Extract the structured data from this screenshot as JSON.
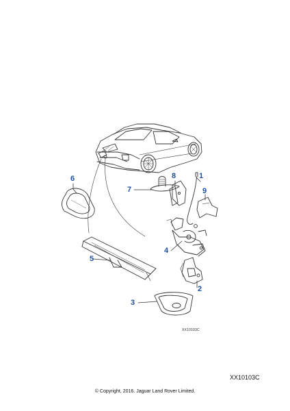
{
  "diagram": {
    "callouts": [
      {
        "id": "1",
        "label": "1"
      },
      {
        "id": "2",
        "label": "2"
      },
      {
        "id": "3",
        "label": "3"
      },
      {
        "id": "4",
        "label": "4"
      },
      {
        "id": "5",
        "label": "5"
      },
      {
        "id": "6",
        "label": "6"
      },
      {
        "id": "7",
        "label": "7"
      },
      {
        "id": "8",
        "label": "8"
      },
      {
        "id": "9",
        "label": "9"
      }
    ],
    "callout_color": "#1f4fa0",
    "line_color": "#333333",
    "figure_code_small": "XX10103C",
    "figure_code": "XX10103C",
    "copyright": "© Copyright, 2016. Jaguar Land Rover Limited."
  }
}
